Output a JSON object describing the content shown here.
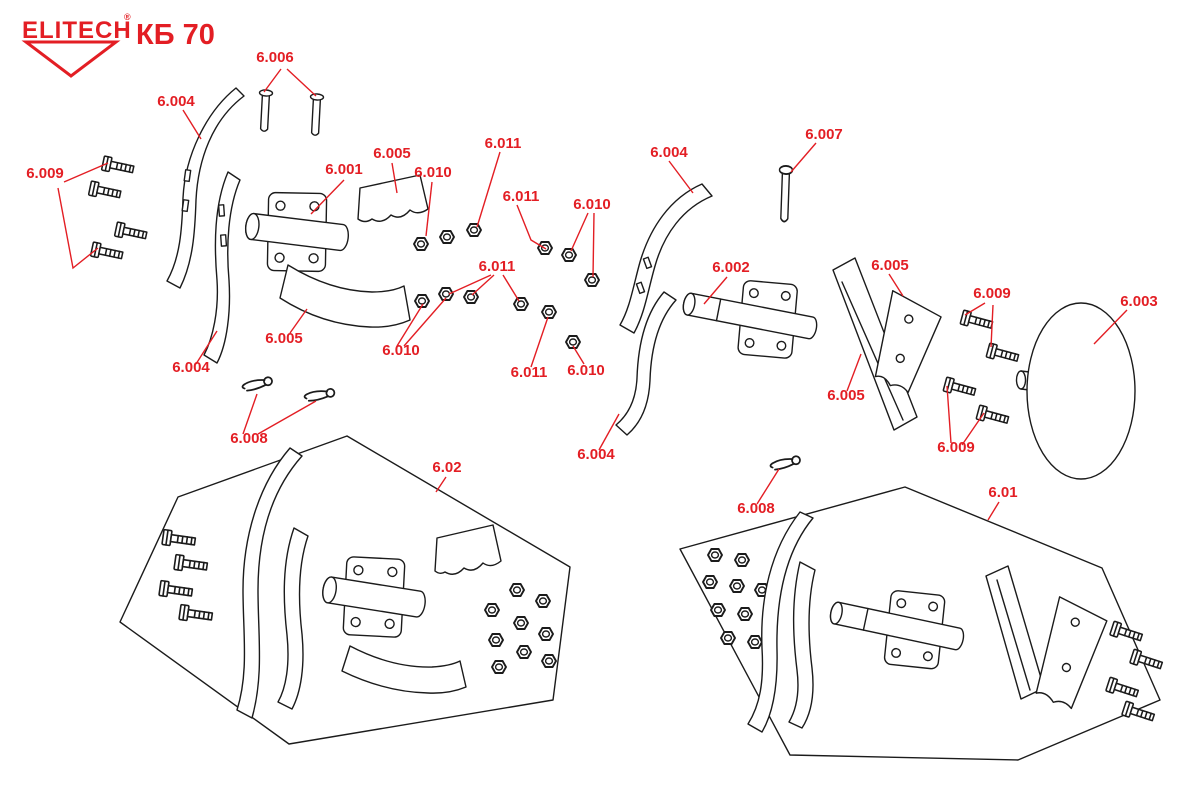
{
  "header": {
    "brand": "ELITECH",
    "registered": "®",
    "model": "КБ 70"
  },
  "colors": {
    "accent-red": "#e31e24",
    "line-black": "#1b1b1b",
    "bg": "#ffffff"
  },
  "callouts": [
    "6.006",
    "6.004",
    "6.009",
    "6.001",
    "6.005",
    "6.010",
    "6.011",
    "6.011",
    "6.010",
    "6.004",
    "6.007",
    "6.002",
    "6.005",
    "6.009",
    "6.003",
    "6.011",
    "6.005",
    "6.010",
    "6.004",
    "6.011",
    "6.010",
    "6.008",
    "6.005",
    "6.009",
    "6.004",
    "6.02",
    "6.008",
    "6.01"
  ]
}
